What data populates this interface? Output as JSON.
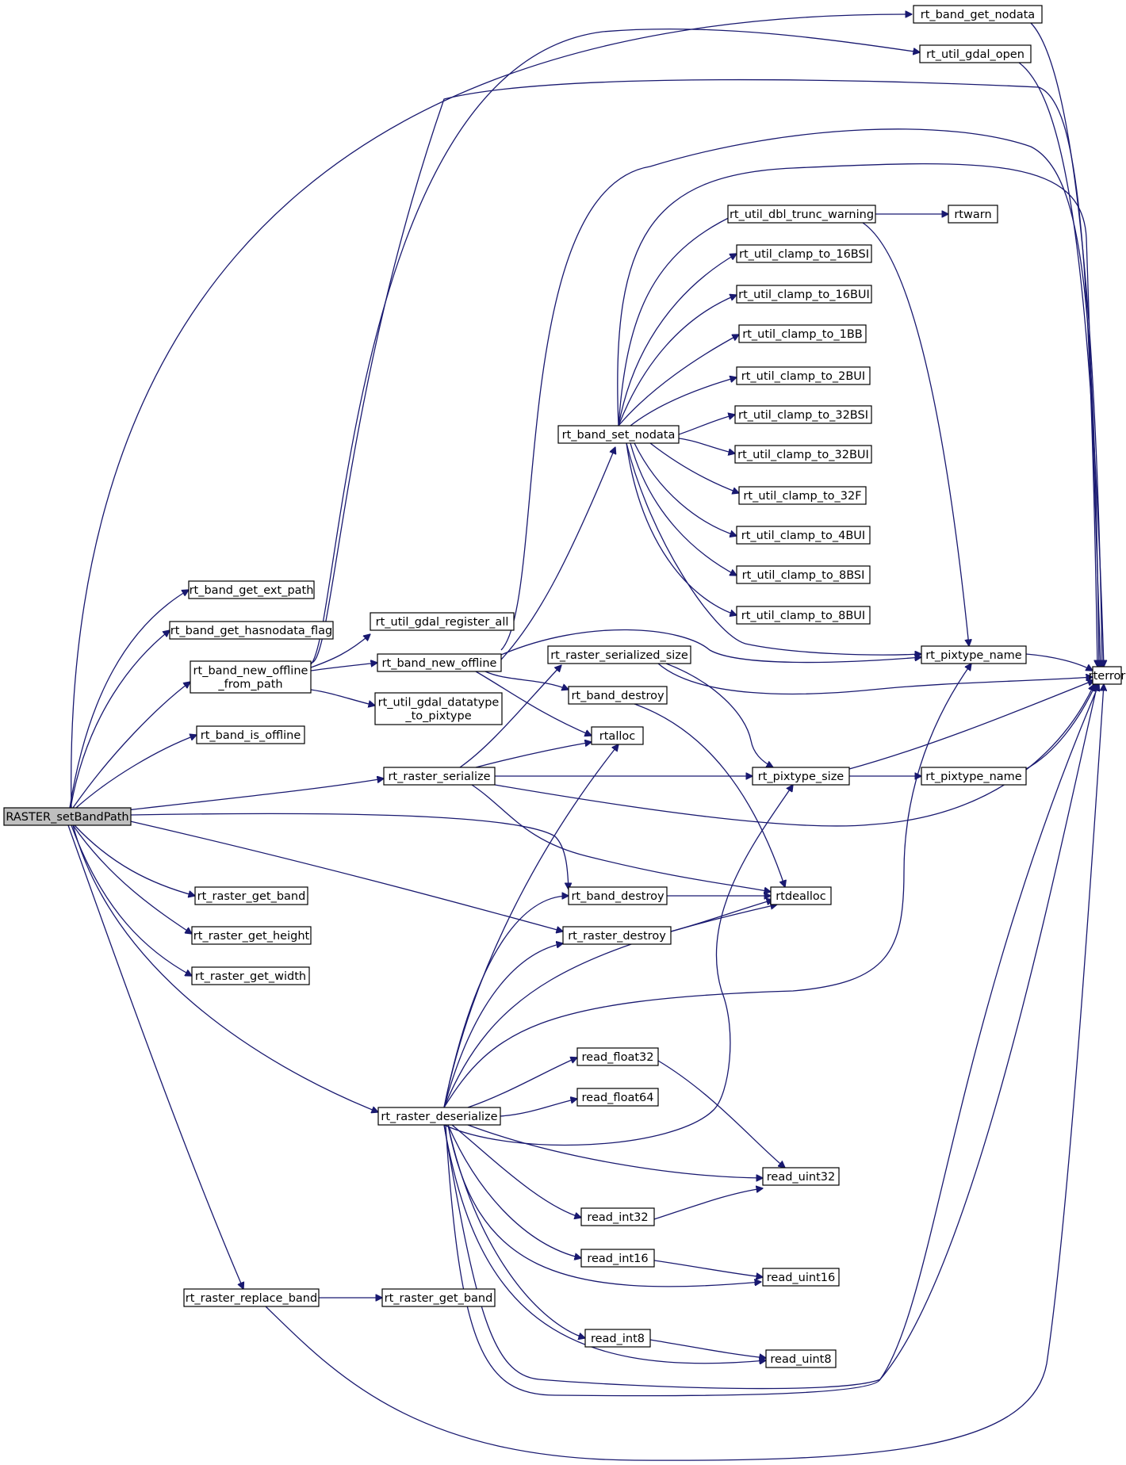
{
  "nodes": [
    {
      "id": "root",
      "label": "RASTER_setBandPath"
    },
    {
      "id": "get_nodata",
      "label": "rt_band_get_nodata"
    },
    {
      "id": "gdal_open",
      "label": "rt_util_gdal_open"
    },
    {
      "id": "trunc_warning",
      "label": "rt_util_dbl_trunc_warning"
    },
    {
      "id": "rtwarn",
      "label": "rtwarn"
    },
    {
      "id": "c16bsi",
      "label": "rt_util_clamp_to_16BSI"
    },
    {
      "id": "c16bui",
      "label": "rt_util_clamp_to_16BUI"
    },
    {
      "id": "c1bb",
      "label": "rt_util_clamp_to_1BB"
    },
    {
      "id": "c2bui",
      "label": "rt_util_clamp_to_2BUI"
    },
    {
      "id": "c32bsi",
      "label": "rt_util_clamp_to_32BSI"
    },
    {
      "id": "c32bui",
      "label": "rt_util_clamp_to_32BUI"
    },
    {
      "id": "c32f",
      "label": "rt_util_clamp_to_32F"
    },
    {
      "id": "c4bui",
      "label": "rt_util_clamp_to_4BUI"
    },
    {
      "id": "c8bsi",
      "label": "rt_util_clamp_to_8BSI"
    },
    {
      "id": "c8bui",
      "label": "rt_util_clamp_to_8BUI"
    },
    {
      "id": "set_nodata",
      "label": "rt_band_set_nodata"
    },
    {
      "id": "get_ext_path",
      "label": "rt_band_get_ext_path"
    },
    {
      "id": "get_hasnodata",
      "label": "rt_band_get_hasnodata_flag"
    },
    {
      "id": "gdal_register",
      "label": "rt_util_gdal_register_all"
    },
    {
      "id": "new_offline_from_path",
      "label": "rt_band_new_offline\n_from_path"
    },
    {
      "id": "new_offline",
      "label": "rt_band_new_offline"
    },
    {
      "id": "serialized_size",
      "label": "rt_raster_serialized_size"
    },
    {
      "id": "pixtype_name_top",
      "label": "rt_pixtype_name"
    },
    {
      "id": "rterror",
      "label": "rterror"
    },
    {
      "id": "band_destroy_a",
      "label": "rt_band_destroy"
    },
    {
      "id": "gdal_datatype",
      "label": "rt_util_gdal_datatype\n_to_pixtype"
    },
    {
      "id": "is_offline",
      "label": "rt_band_is_offline"
    },
    {
      "id": "rtalloc",
      "label": "rtalloc"
    },
    {
      "id": "serialize",
      "label": "rt_raster_serialize"
    },
    {
      "id": "pixtype_size",
      "label": "rt_pixtype_size"
    },
    {
      "id": "pixtype_name_mid",
      "label": "rt_pixtype_name"
    },
    {
      "id": "band_destroy_b",
      "label": "rt_band_destroy"
    },
    {
      "id": "rtdealloc",
      "label": "rtdealloc"
    },
    {
      "id": "get_band_a",
      "label": "rt_raster_get_band"
    },
    {
      "id": "raster_destroy",
      "label": "rt_raster_destroy"
    },
    {
      "id": "get_height",
      "label": "rt_raster_get_height"
    },
    {
      "id": "get_width",
      "label": "rt_raster_get_width"
    },
    {
      "id": "read_float32",
      "label": "read_float32"
    },
    {
      "id": "read_float64",
      "label": "read_float64"
    },
    {
      "id": "deserialize",
      "label": "rt_raster_deserialize"
    },
    {
      "id": "read_uint32",
      "label": "read_uint32"
    },
    {
      "id": "read_int32",
      "label": "read_int32"
    },
    {
      "id": "read_int16",
      "label": "read_int16"
    },
    {
      "id": "read_uint16",
      "label": "read_uint16"
    },
    {
      "id": "replace_band",
      "label": "rt_raster_replace_band"
    },
    {
      "id": "get_band_b",
      "label": "rt_raster_get_band"
    },
    {
      "id": "read_int8",
      "label": "read_int8"
    },
    {
      "id": "read_uint8",
      "label": "read_uint8"
    }
  ]
}
